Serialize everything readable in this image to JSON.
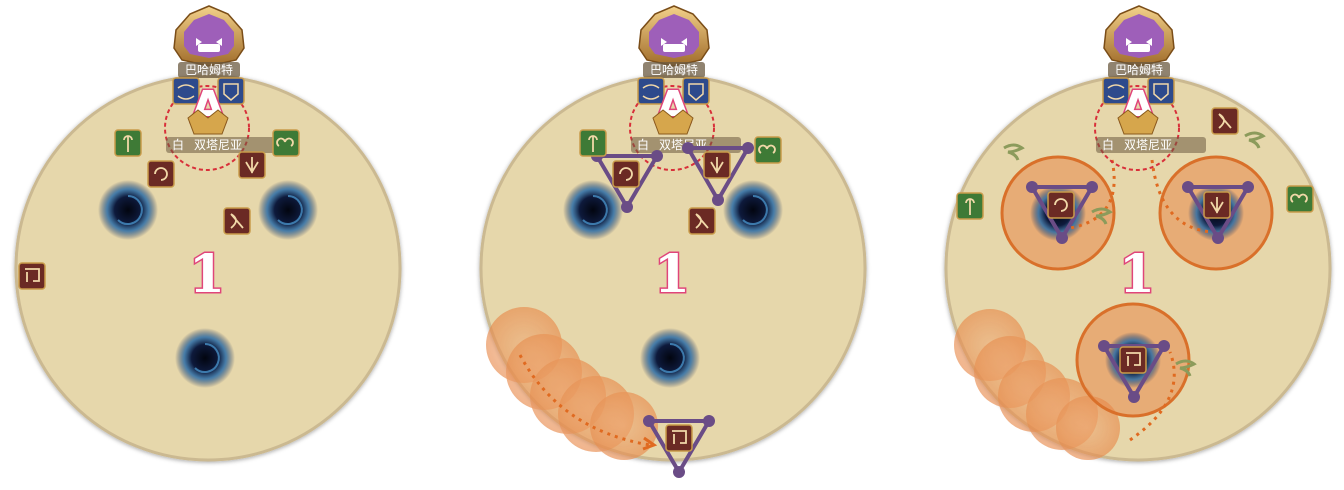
{
  "boss": {
    "name": "巴哈姆特",
    "secondary_name": "双塔尼亚",
    "tertiary_name_fragment": "白"
  },
  "markers": {
    "waymark_a": "A",
    "waymark_1": "1"
  },
  "panels": [
    {
      "id": "initial-positions"
    },
    {
      "id": "triangle-formation"
    },
    {
      "id": "final-positions"
    }
  ],
  "roles": {
    "healer": "healer-staff-icon",
    "scholar": "scholar-icon",
    "dps_melee": "dps-melee-icon",
    "dps_ranged": "dps-bow-icon",
    "tank": "tank-shield-icon",
    "warrior": "warrior-axe-icon"
  },
  "colors": {
    "arena_fill": "#e6d7ab",
    "arena_edge": "#cbb991",
    "healer_tile": "#3e7a36",
    "dps_tile": "#6b2a24",
    "tank_tile": "#2d4a8c",
    "aoe_orange": "#e8894a",
    "aoe_ring": "#d9702a",
    "tether_purple": "#6a4c86",
    "path_dots": "#e06a20",
    "pink_marker": "#e0457a",
    "boss_purple": "#9e5fb9",
    "boss_frame_gold": "#c99b4a",
    "black_hole": "#0c1430",
    "wind_green": "#8c9b5b"
  }
}
